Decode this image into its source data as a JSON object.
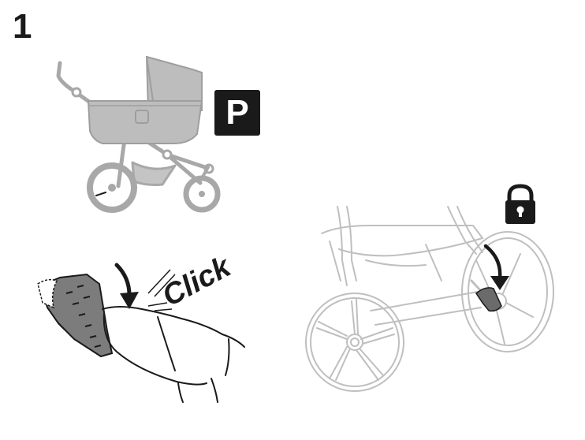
{
  "step": {
    "number": "1"
  },
  "badges": {
    "parking": "P"
  },
  "sound_effect": {
    "text": "Click"
  },
  "icons": {
    "stroller": "stroller-with-bassinet",
    "lock": "padlock-icon",
    "arrow": "curved-arrow-down-icon"
  },
  "colors": {
    "ink": "#1a1a1a",
    "stroller_fill": "#b9b9b9",
    "line_gray": "#a8a8a8"
  }
}
